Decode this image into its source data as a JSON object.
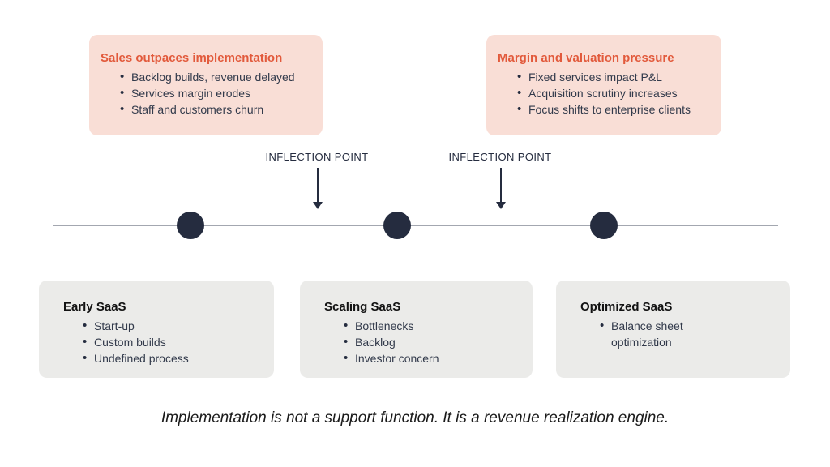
{
  "colors": {
    "accent-orange": "#e25a3c",
    "callout-bg": "#f9ded6",
    "stage-bg": "#ebebe9",
    "navy": "#252c3f",
    "text-dark": "#323a4b",
    "line-gray": "#a3a7b0",
    "stage-title": "#121212",
    "footer-text": "#1a1a1a"
  },
  "callouts": [
    {
      "title": "Sales outpaces implementation",
      "bullets": [
        "Backlog builds, revenue delayed",
        "Services margin erodes",
        "Staff and customers churn"
      ]
    },
    {
      "title": "Margin and valuation pressure",
      "bullets": [
        "Fixed services impact P&L",
        "Acquisition scrutiny increases",
        "Focus shifts to enterprise clients"
      ]
    }
  ],
  "inflection": {
    "label_1": "INFLECTION POINT",
    "label_2": "INFLECTION POINT"
  },
  "timeline": {
    "node_count": 3
  },
  "stages": [
    {
      "title": "Early SaaS",
      "bullets": [
        "Start-up",
        "Custom builds",
        "Undefined process"
      ]
    },
    {
      "title": "Scaling SaaS",
      "bullets": [
        "Bottlenecks",
        "Backlog",
        "Investor concern"
      ]
    },
    {
      "title": "Optimized SaaS",
      "bullets": [
        "Balance sheet optimization"
      ]
    }
  ],
  "footer": {
    "quote": "Implementation is not a support function. It is a revenue realization engine."
  }
}
